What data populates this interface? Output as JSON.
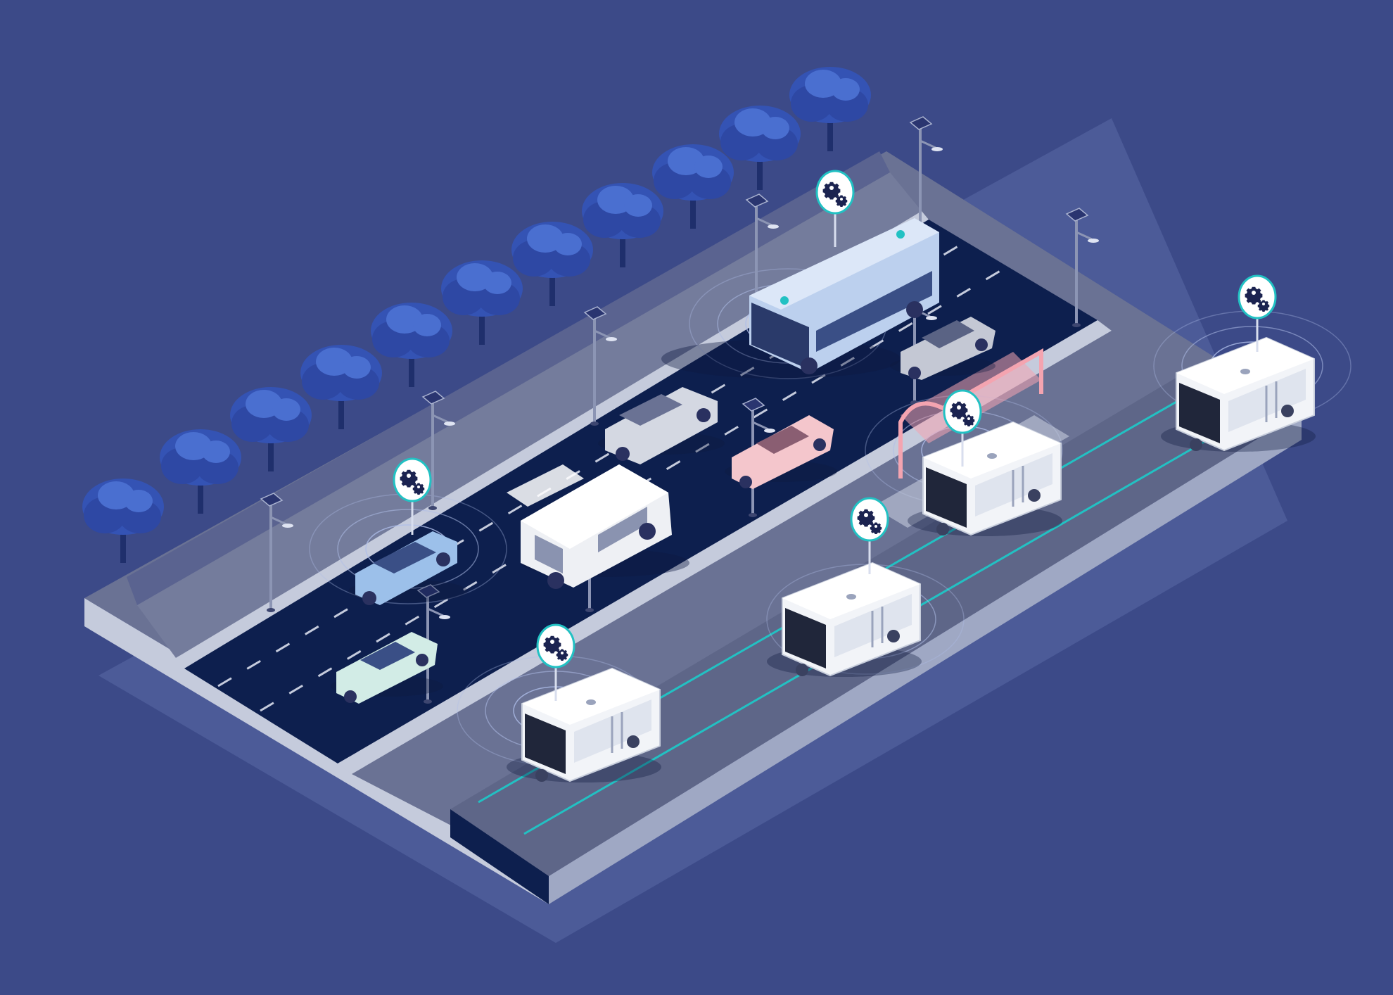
{
  "colors": {
    "background": "#3c4a88",
    "platform_top_grey": "#6a7294",
    "platform_side": "#9fa8c4",
    "platform_shadow": "#5362a0",
    "road_asphalt": "#0d1f4e",
    "sidewalk": "#747c9c",
    "curb": "#c5cbdc",
    "tree_foliage": "#3453b4",
    "tree_foliage_light": "#4a6fd0",
    "trunk": "#1f2f6c",
    "guide_line": "#22c1c3",
    "pod_body": "#f2f4f8",
    "pod_window": "#20263a",
    "bus_body": "#bcd0ee",
    "car_grey": "#c4c8d4",
    "car_pink": "#f4c6cc",
    "car_blue": "#9cc0ea",
    "car_mint": "#d2ece6",
    "rv_body": "#eef0f4",
    "station_pink": "#f4a4b0",
    "signal_ring": "#aebde8"
  },
  "icons": {
    "badge": "gear-pair-icon",
    "lamp": "solar-street-lamp-icon",
    "tree": "tree-icon"
  },
  "scene": {
    "tree_count": 11,
    "street_lamp_count": 10,
    "autonomous_badge_count": 6,
    "shuttle_pod_count": 4,
    "vehicles": [
      "autonomous-bus",
      "pickup-truck",
      "sedan-grey",
      "sedan-pink",
      "camper-van",
      "suv-blue",
      "sedan-mint"
    ]
  }
}
